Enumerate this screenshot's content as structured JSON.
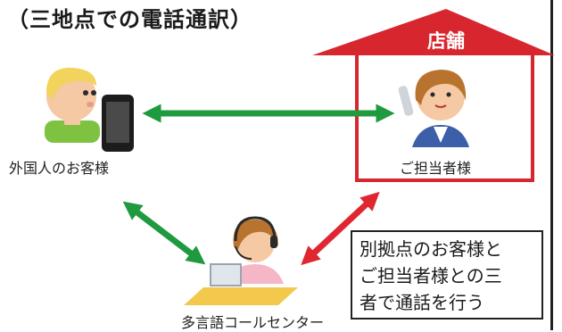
{
  "title": "（三地点での電話通訳）",
  "store": {
    "label": "店舗",
    "color": "#d8262f"
  },
  "participants": {
    "foreigner": "外国人のお客様",
    "staff": "ご担当者様",
    "call_center": "多言語コールセンター"
  },
  "note": {
    "lines": [
      "別拠点のお客様と",
      "ご担当者様との三",
      "者で通話を行う"
    ]
  },
  "colors": {
    "green_arrow": "#1f9a3f",
    "red_arrow": "#e0262f"
  },
  "icons": {
    "foreigner": "boy-with-smartphone-icon",
    "staff": "woman-on-phone-icon",
    "call_center": "operator-with-headset-icon"
  }
}
